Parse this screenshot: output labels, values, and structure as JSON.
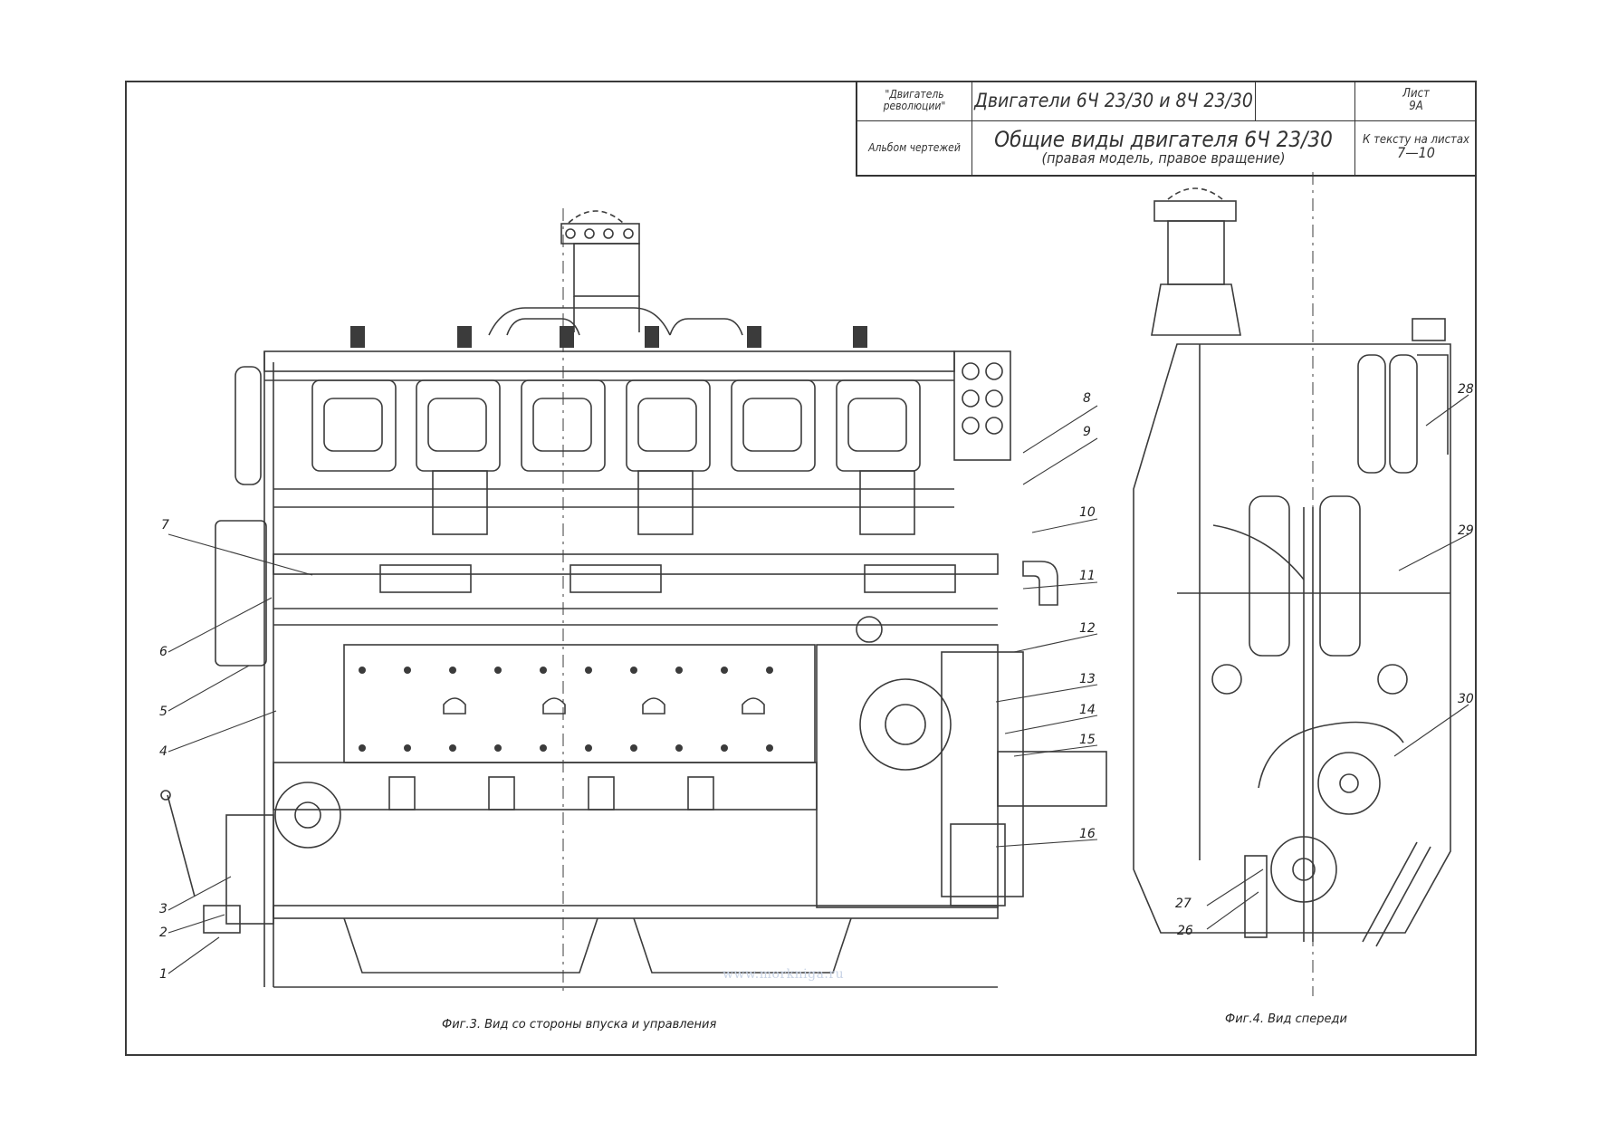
{
  "title_block": {
    "album_top": "\"Двигатель революции\"",
    "engines": "Двигатели 6Ч 23/30 и 8Ч 23/30",
    "sheet_label": "Лист",
    "sheet_number": "9А",
    "album_bottom": "Альбом чертежей",
    "general_title": "Общие виды двигателя 6Ч 23/30",
    "general_subtitle": "(правая модель, правое вращение)",
    "ref_label": "К тексту на листах",
    "ref_pages": "7—10"
  },
  "callouts_fig3": [
    "1",
    "2",
    "3",
    "4",
    "5",
    "6",
    "7",
    "8",
    "9",
    "10",
    "11",
    "12",
    "13",
    "14",
    "15",
    "16"
  ],
  "callouts_fig4": [
    "26",
    "27",
    "28",
    "29",
    "30"
  ],
  "captions": {
    "fig3": "Фиг.3. Вид со стороны впуска и управления",
    "fig4": "Фиг.4. Вид спереди"
  },
  "watermark": "www.morkniga.ru"
}
